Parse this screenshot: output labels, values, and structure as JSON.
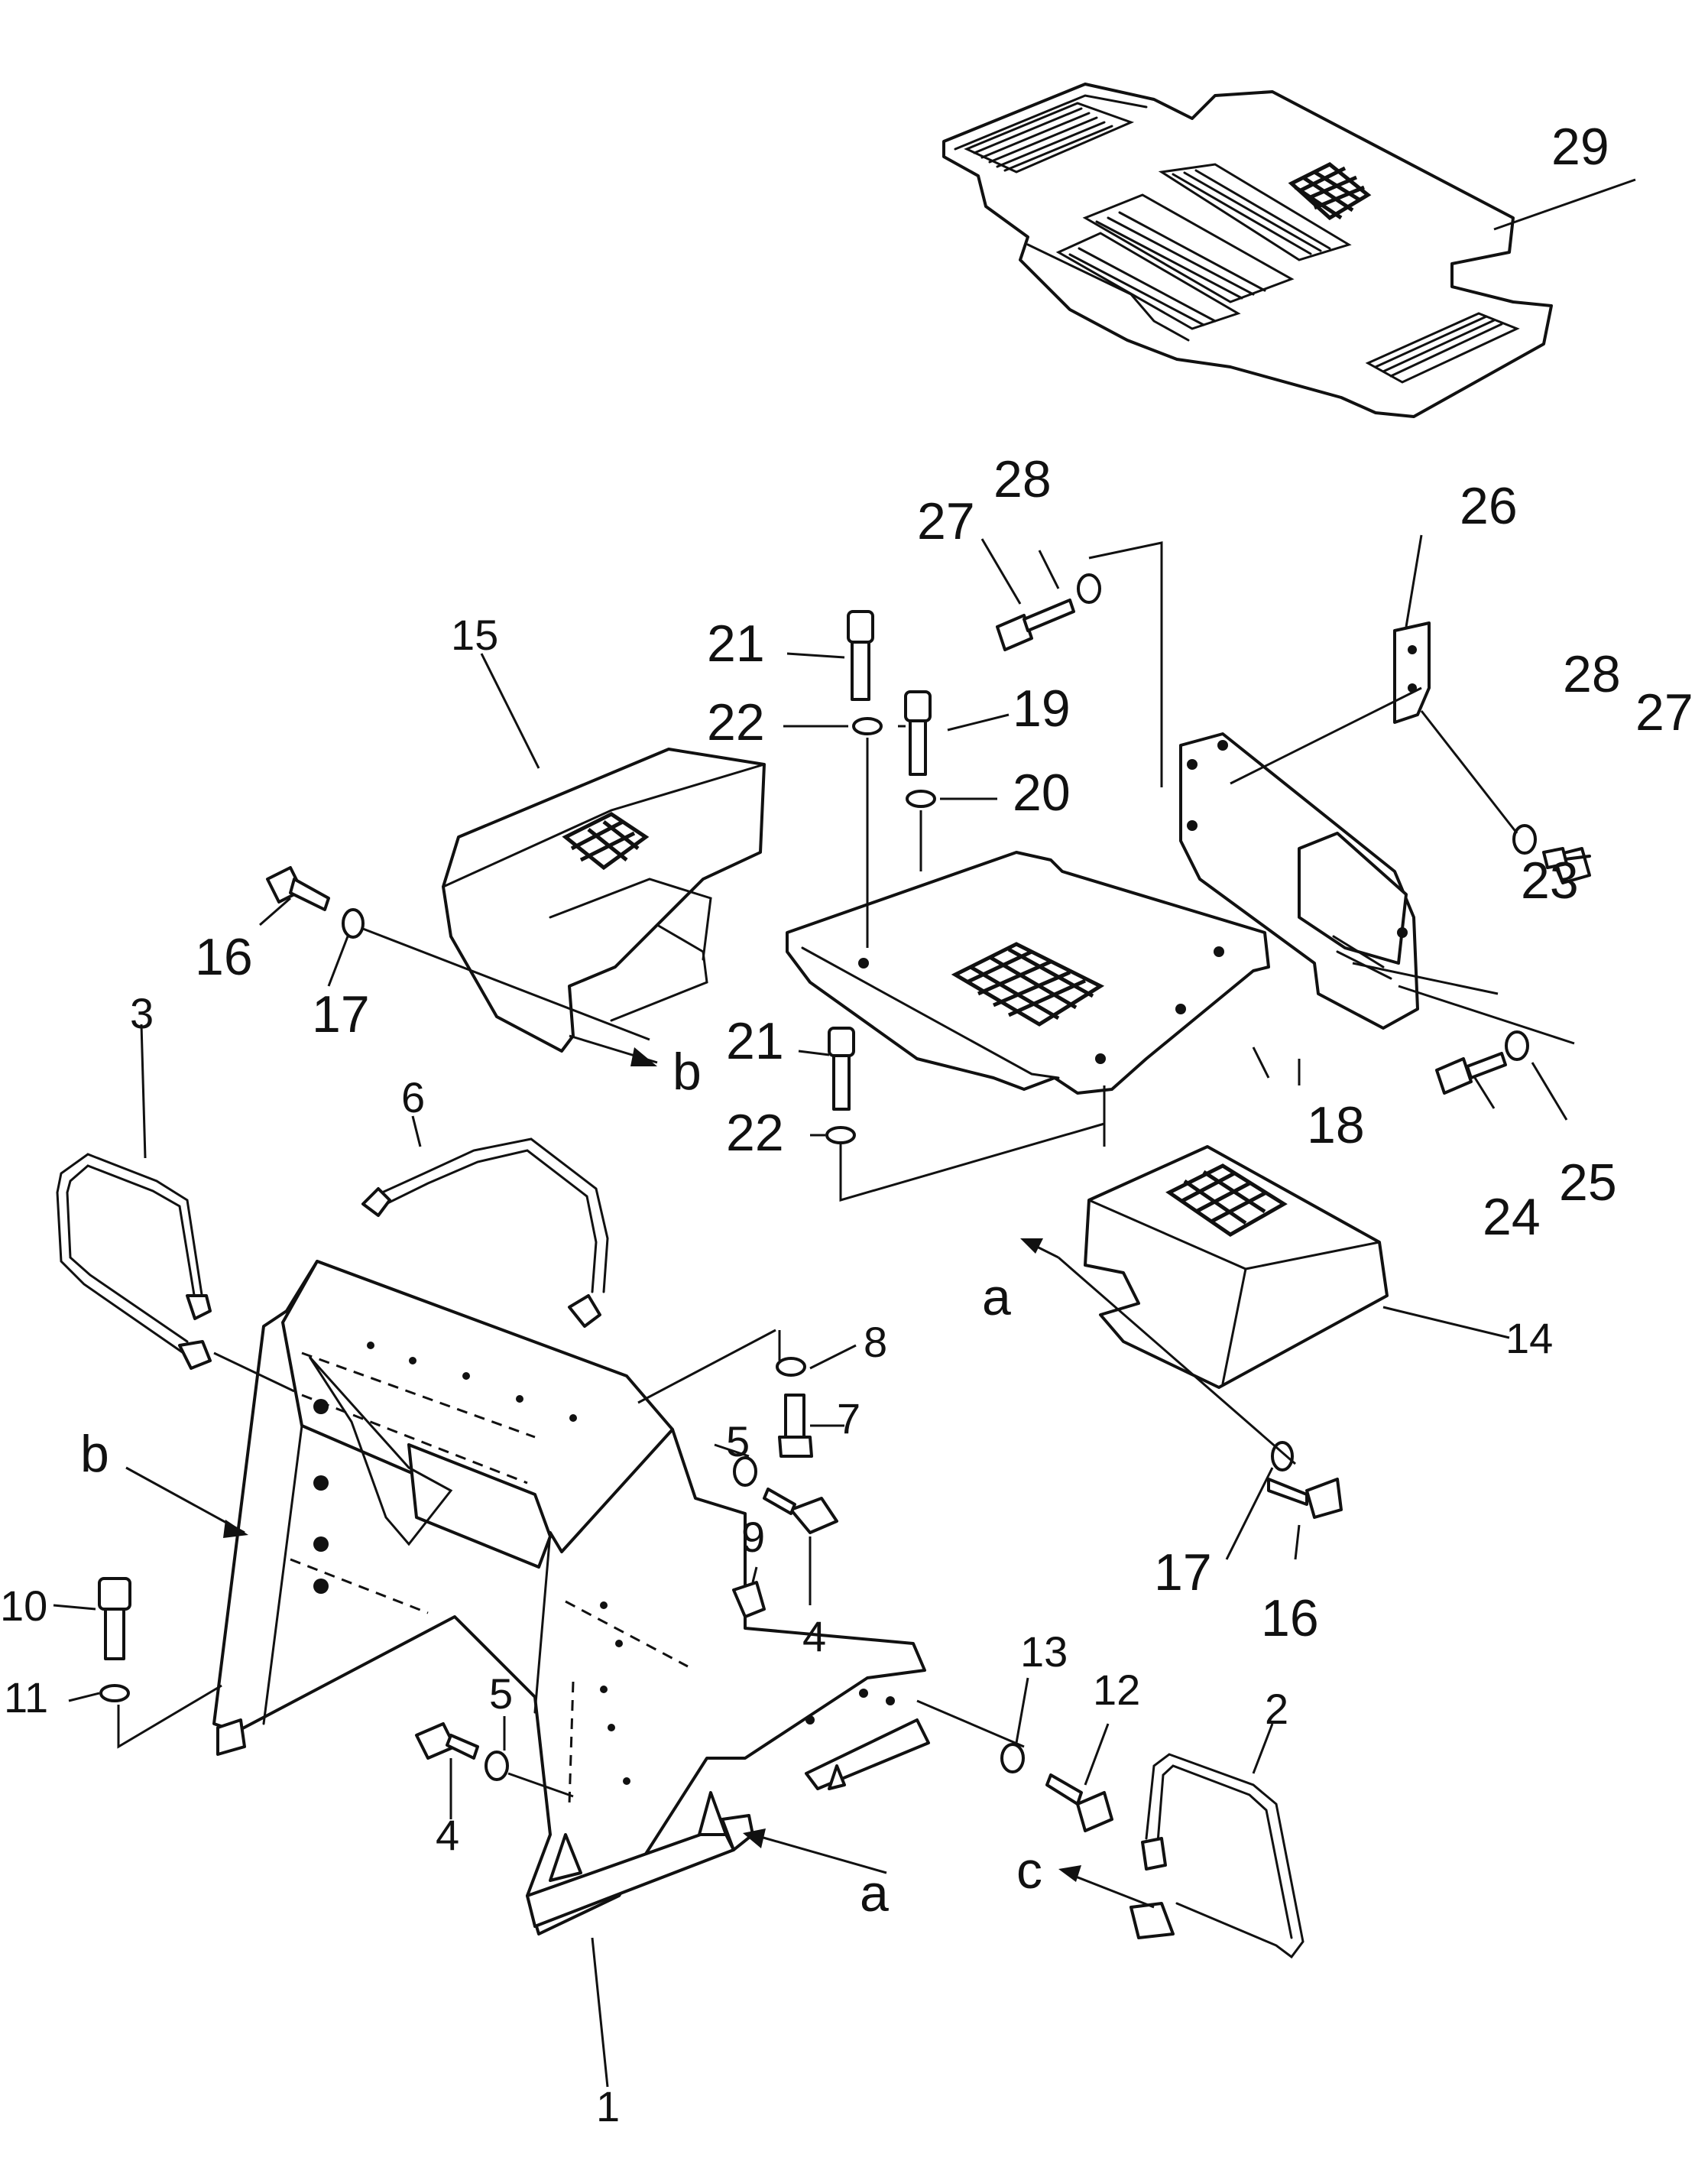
{
  "callouts": {
    "p1": "1",
    "p2": "2",
    "p3": "3",
    "p4a": "4",
    "p4b": "4",
    "p5a": "5",
    "p5b": "5",
    "p6": "6",
    "p7": "7",
    "p8": "8",
    "p9": "9",
    "p10": "10",
    "p11": "11",
    "p12": "12",
    "p13": "13",
    "p14": "14",
    "p15": "15",
    "p16a": "16",
    "p16b": "16",
    "p17a": "17",
    "p17b": "17",
    "p18": "18",
    "p19": "19",
    "p20": "20",
    "p21a": "21",
    "p21b": "21",
    "p22a": "22",
    "p22b": "22",
    "p23": "23",
    "p24": "24",
    "p25": "25",
    "p26": "26",
    "p27a": "27",
    "p27b": "27",
    "p28a": "28",
    "p28b": "28",
    "p29": "29"
  },
  "refs": {
    "a_top": "a",
    "a_bottom": "a",
    "b_left": "b",
    "b_mid": "b",
    "c": "c"
  }
}
